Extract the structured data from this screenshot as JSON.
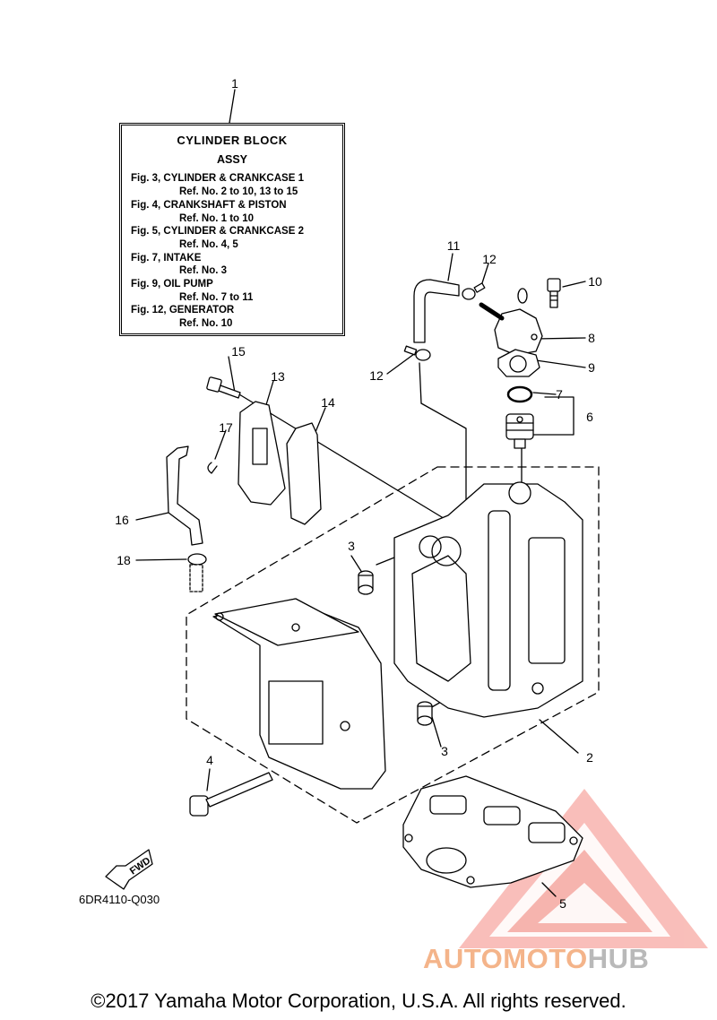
{
  "legend": {
    "title": "CYLINDER BLOCK",
    "subtitle": "ASSY",
    "entries": [
      {
        "fig": "Fig. 3, CYLINDER & CRANKCASE 1",
        "ref": "Ref. No. 2 to 10, 13 to 15"
      },
      {
        "fig": "Fig. 4, CRANKSHAFT & PISTON",
        "ref": "Ref. No. 1 to 10"
      },
      {
        "fig": "Fig. 5, CYLINDER & CRANKCASE 2",
        "ref": "Ref. No. 4, 5"
      },
      {
        "fig": "Fig. 7, INTAKE",
        "ref": "Ref. No. 3"
      },
      {
        "fig": "Fig. 9, OIL PUMP",
        "ref": "Ref. No. 7 to 11"
      },
      {
        "fig": "Fig. 12, GENERATOR",
        "ref": "Ref. No. 10"
      }
    ]
  },
  "callouts": {
    "n1": "1",
    "n2": "2",
    "n3a": "3",
    "n3b": "3",
    "n4": "4",
    "n5": "5",
    "n6": "6",
    "n7": "7",
    "n8": "8",
    "n9": "9",
    "n10": "10",
    "n11": "11",
    "n12a": "12",
    "n12b": "12",
    "n13": "13",
    "n14": "14",
    "n15": "15",
    "n16": "16",
    "n17": "17",
    "n18": "18"
  },
  "fwd_label": "FWD",
  "diagram_code": "6DR4110-Q030",
  "copyright": "©2017 Yamaha Motor Corporation, U.S.A. All rights reserved.",
  "watermark": {
    "part1": "AUTOMOTO",
    "part2": "HUB",
    "color1": "#f4b48a",
    "color2": "#b9b9b9",
    "triangle_color": "#f28b82"
  }
}
